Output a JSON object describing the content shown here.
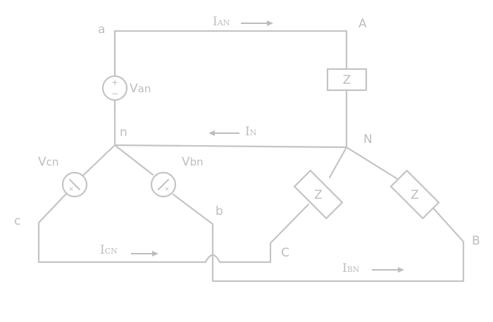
{
  "nodes": {
    "a": "a",
    "A": "A",
    "n": "n",
    "N": "N",
    "b": "b",
    "B": "B",
    "c": "c",
    "C": "C"
  },
  "sources": {
    "van": {
      "label": "V",
      "sub": "an",
      "plus": "+",
      "minus": "−"
    },
    "vbn": {
      "label": "V",
      "sub": "bn"
    },
    "vcn": {
      "label": "V",
      "sub": "cn"
    }
  },
  "impedances": {
    "za": "Z",
    "zb": "Z",
    "zc": "Z"
  },
  "currents": {
    "ian": {
      "label": "I",
      "sub": "AN"
    },
    "in": {
      "label": "I",
      "sub": "N"
    },
    "icn": {
      "label": "I",
      "sub": "CN"
    },
    "ibn": {
      "label": "I",
      "sub": "BN"
    }
  },
  "colors": {
    "wire": "#c4c4c4",
    "text": "#bdbdbd",
    "background": "#ffffff"
  }
}
